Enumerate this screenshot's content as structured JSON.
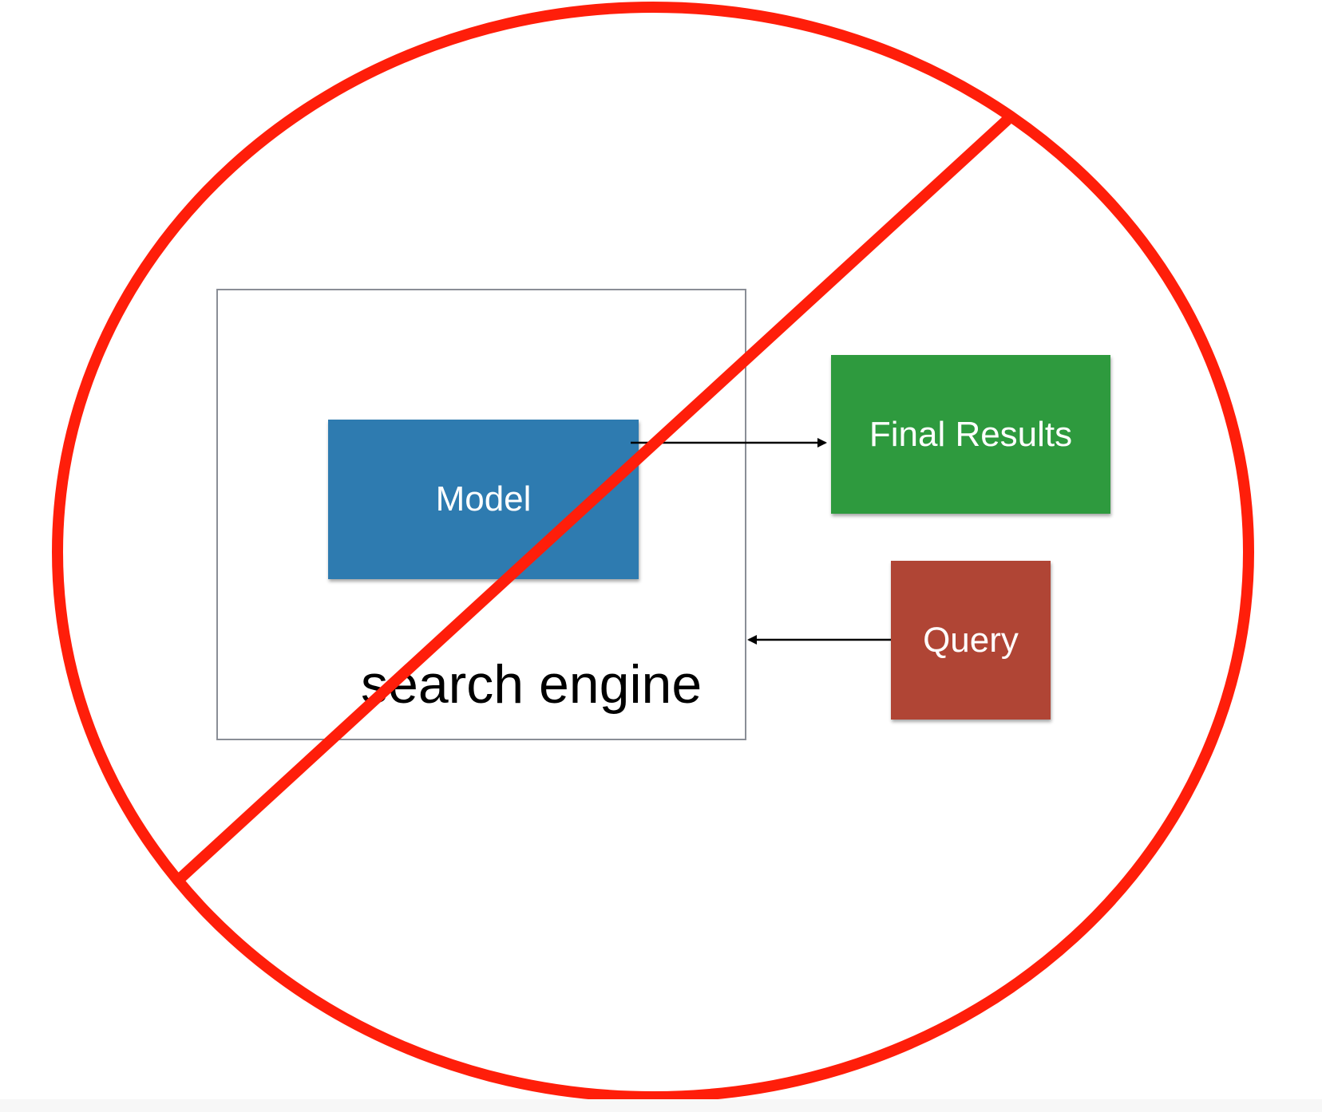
{
  "diagram": {
    "container": {
      "label": "search engine"
    },
    "nodes": {
      "model": {
        "label": "Model",
        "color": "#2e7bb0"
      },
      "results": {
        "label": "Final Results",
        "color": "#2e9a3e"
      },
      "query": {
        "label": "Query",
        "color": "#b04535"
      }
    },
    "edges": [
      {
        "from": "model",
        "to": "results"
      },
      {
        "from": "query",
        "to": "search engine"
      }
    ]
  },
  "prohibition_sign": {
    "color": "#ff1e0a"
  }
}
